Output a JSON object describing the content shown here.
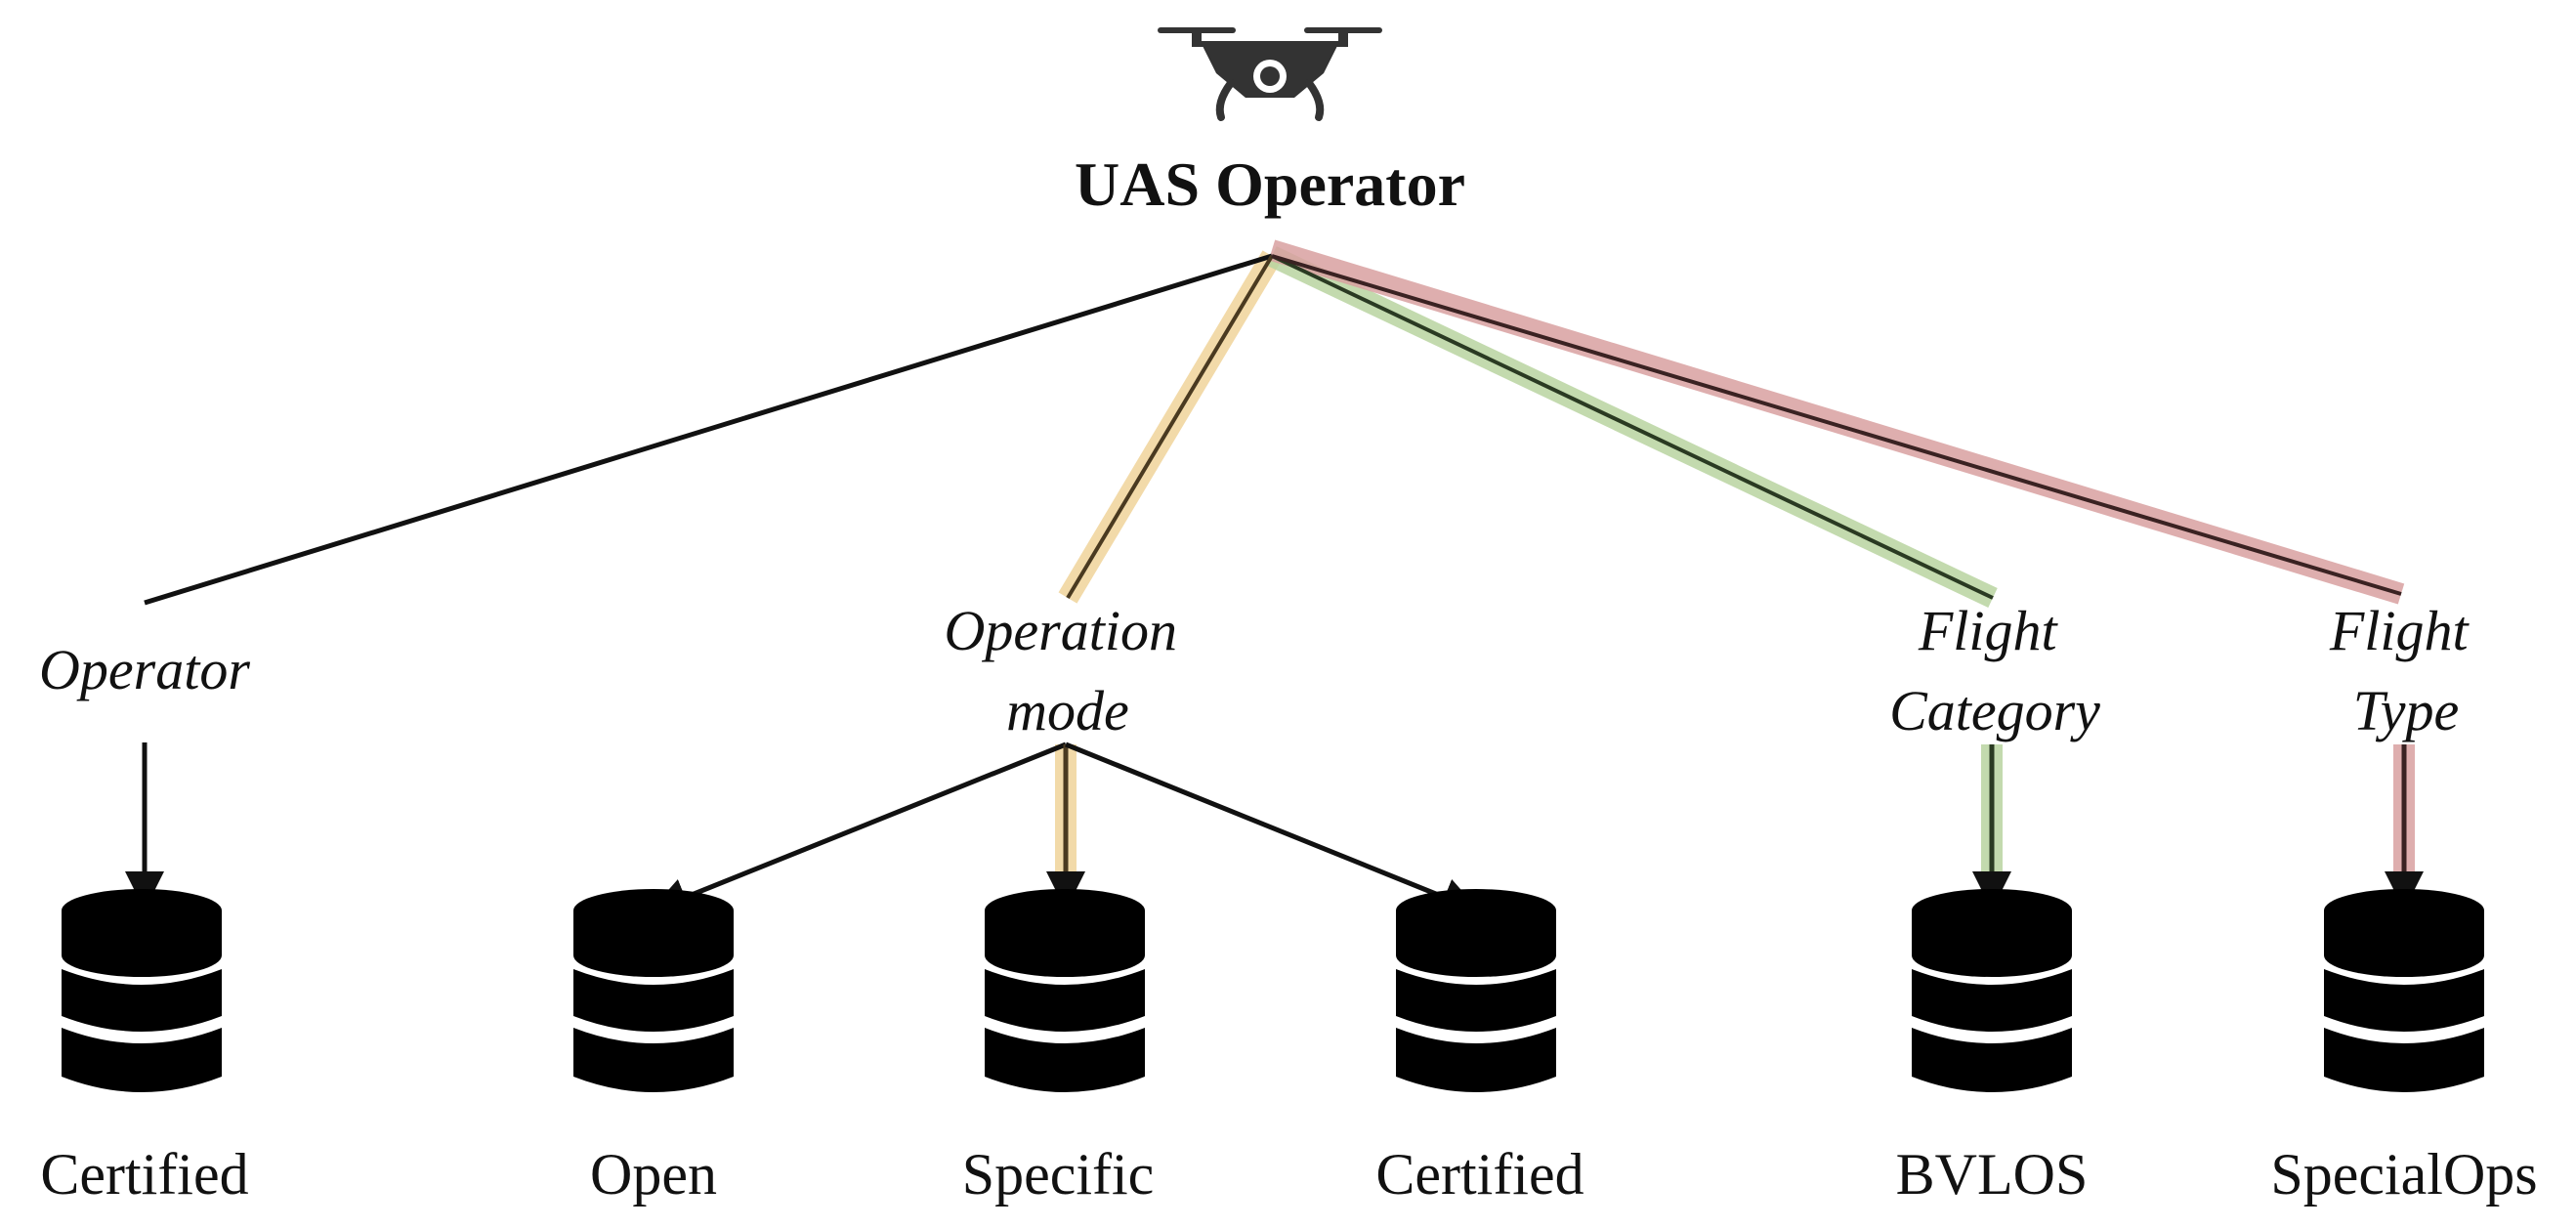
{
  "root": {
    "title": "UAS Operator",
    "icon": "drone-icon"
  },
  "attributes": [
    {
      "id": "operator",
      "lines": [
        "Operator"
      ],
      "highlight": null
    },
    {
      "id": "operation-mode",
      "lines": [
        "Operation",
        "mode"
      ],
      "highlight": "#f0d49a"
    },
    {
      "id": "flight-category",
      "lines": [
        "Flight",
        "Category"
      ],
      "highlight": "#b8d4a0"
    },
    {
      "id": "flight-type",
      "lines": [
        "Flight",
        "Type"
      ],
      "highlight": "#d8a0a0"
    }
  ],
  "leaves": [
    {
      "label": "Certified",
      "parent": "operator",
      "icon": "database-icon"
    },
    {
      "label": "Open",
      "parent": "operation-mode",
      "icon": "database-icon"
    },
    {
      "label": "Specific",
      "parent": "operation-mode",
      "icon": "database-icon",
      "highlighted": true
    },
    {
      "label": "Certified",
      "parent": "operation-mode",
      "icon": "database-icon"
    },
    {
      "label": "BVLOS",
      "parent": "flight-category",
      "icon": "database-icon",
      "highlighted": true
    },
    {
      "label": "SpecialOps",
      "parent": "flight-type",
      "icon": "database-icon",
      "highlighted": true
    }
  ],
  "colors": {
    "line": "#111111",
    "highlight_orange": "#f0d49a",
    "highlight_green": "#b8d4a0",
    "highlight_red": "#d8a0a0"
  }
}
